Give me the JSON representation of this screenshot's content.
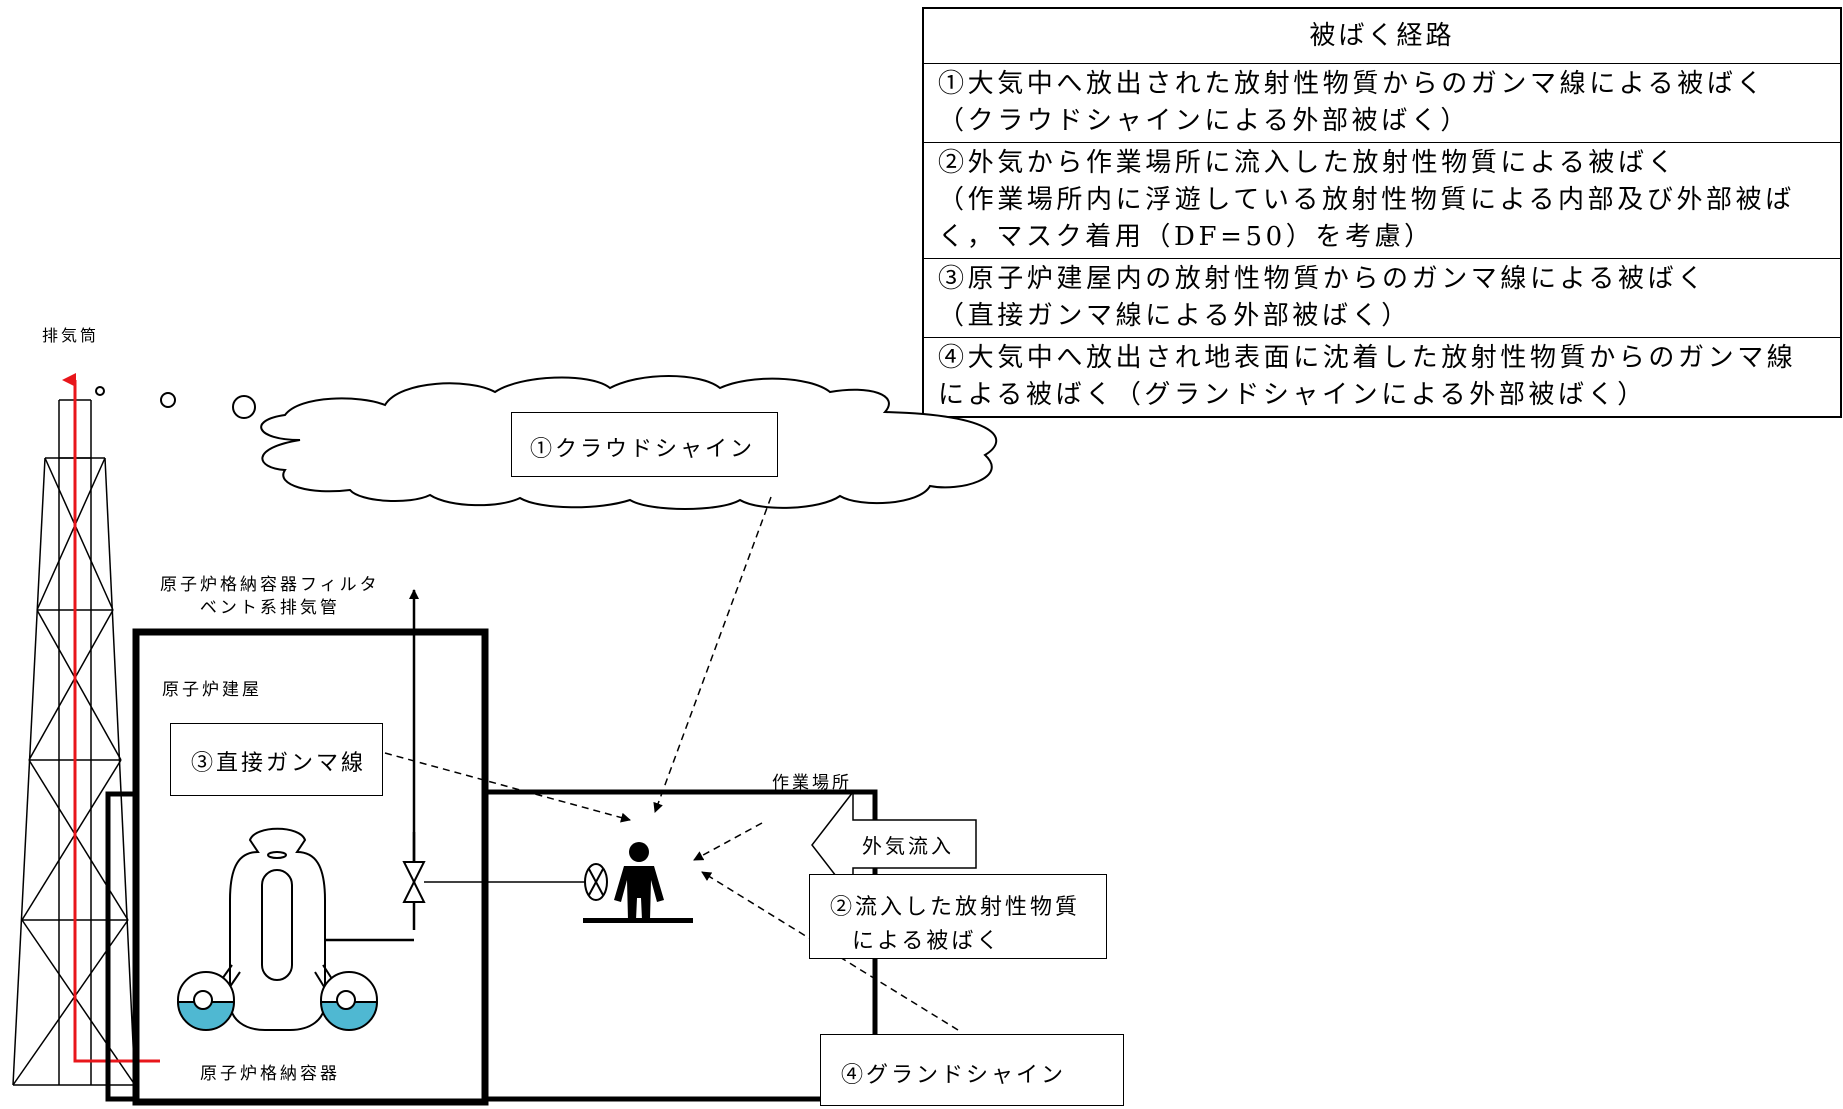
{
  "table": {
    "header": "被ばく経路",
    "rows": [
      {
        "lines": [
          "①大気中へ放出された放射性物質からのガンマ線による被ばく",
          "（クラウドシャインによる外部被ばく）"
        ]
      },
      {
        "lines": [
          "②外気から作業場所に流入した放射性物質による被ばく",
          "（作業場所内に浮遊している放射性物質による内部及び外部被ば",
          "く，マスク着用（DF=50）を考慮）"
        ]
      },
      {
        "lines": [
          "③原子炉建屋内の放射性物質からのガンマ線による被ばく",
          "（直接ガンマ線による外部被ばく）"
        ]
      },
      {
        "lines": [
          "④大気中へ放出され地表面に沈着した放射性物質からのガンマ線",
          "による被ばく（グランドシャインによる外部被ばく）"
        ]
      }
    ]
  },
  "labels": {
    "stack": "排気筒",
    "vent_pipe_line1": "原子炉格納容器フィルタ",
    "vent_pipe_line2": "ベント系排気管",
    "reactor_building": "原子炉建屋",
    "containment_vessel": "原子炉格納容器",
    "work_area": "作業場所",
    "cloud_shine": "①クラウドシャイン",
    "direct_gamma": "③直接ガンマ線",
    "inflow_line1": "②流入した放射性物質",
    "inflow_line2": "による被ばく",
    "ground_shine": "④グランドシャイン",
    "outside_air_inflow": "外気流入"
  },
  "colors": {
    "line": "#000000",
    "exhaust_arrow": "#e8161b",
    "water": "#4fb8d2"
  }
}
